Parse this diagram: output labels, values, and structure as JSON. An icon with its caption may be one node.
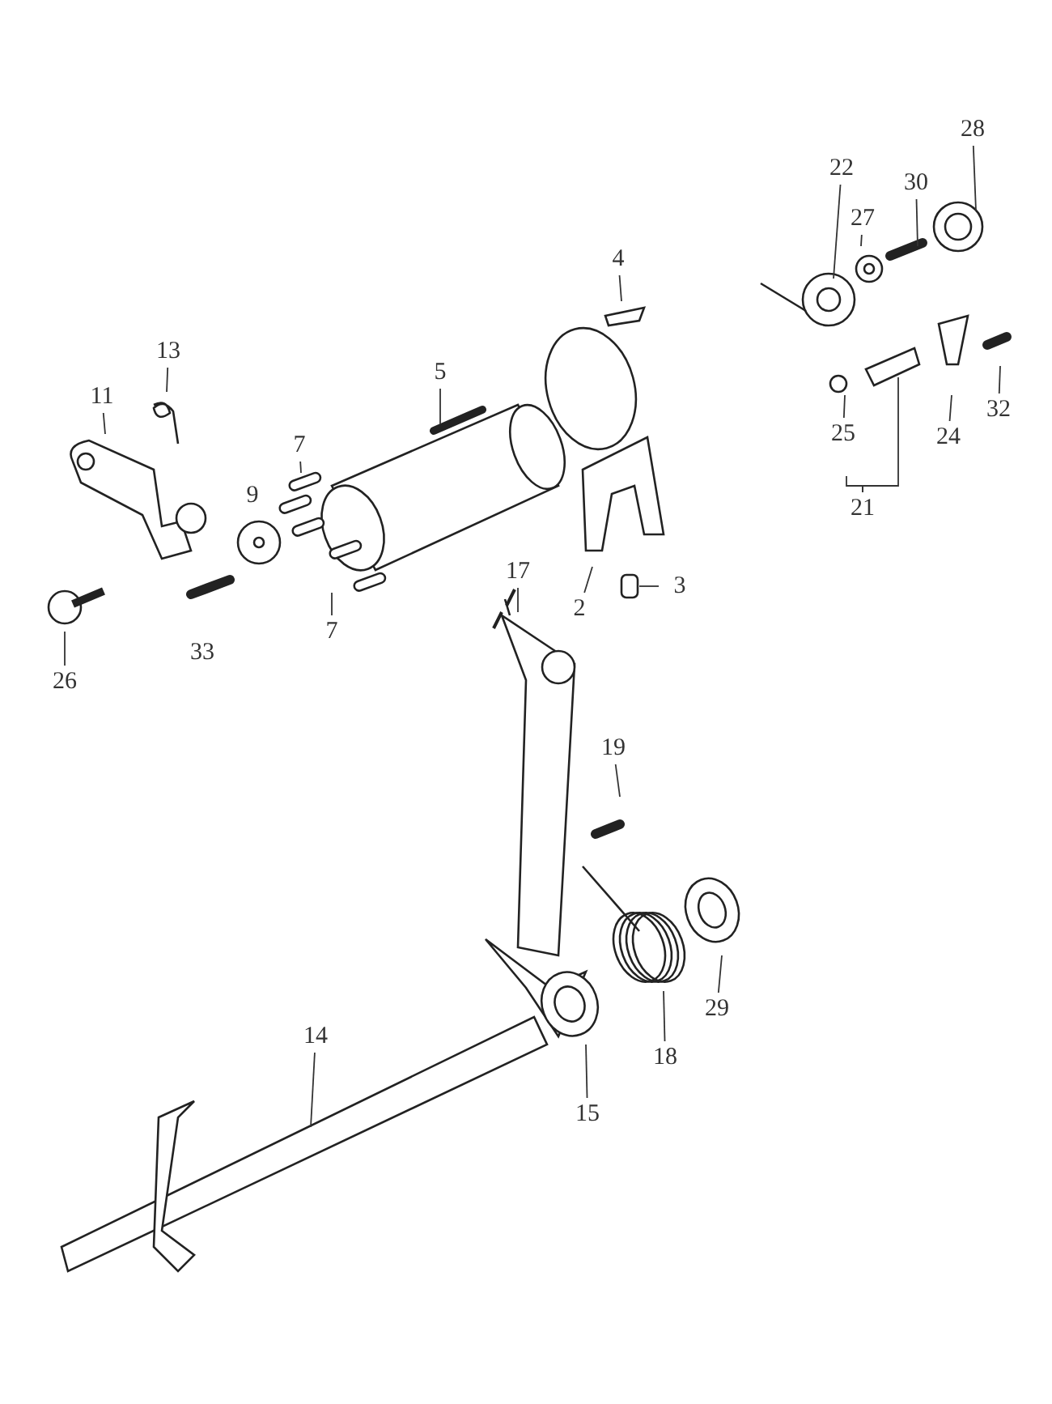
{
  "diagram": {
    "nodes": [
      {
        "text": [
          "22"
        ]
      },
      {
        "text": [
          "30"
        ]
      },
      {
        "text": [
          "27"
        ]
      },
      {
        "text": [
          "28"
        ]
      },
      {
        "text": [
          "4"
        ]
      },
      {
        "text": [
          "13"
        ]
      },
      {
        "text": [
          "11"
        ]
      },
      {
        "text": [
          "5"
        ]
      },
      {
        "text": [
          "7"
        ]
      },
      {
        "text": [
          "9"
        ]
      },
      {
        "text": [
          "7"
        ]
      },
      {
        "text": [
          "26"
        ]
      },
      {
        "text": [
          "33"
        ]
      },
      {
        "text": [
          "17"
        ]
      },
      {
        "text": [
          "2"
        ]
      },
      {
        "text": [
          "3"
        ]
      },
      {
        "text": [
          "25"
        ]
      },
      {
        "text": [
          "24"
        ]
      },
      {
        "text": [
          "32"
        ]
      },
      {
        "text": [
          "21"
        ]
      },
      {
        "text": [
          "19"
        ]
      },
      {
        "text": [
          "14"
        ]
      },
      {
        "text": [
          "18"
        ]
      },
      {
        "text": [
          "29"
        ]
      },
      {
        "text": [
          "15"
        ]
      }
    ],
    "edges": [
      {
        "from": 0,
        "to": null,
        "arrow": "none"
      },
      {
        "from": 1,
        "to": null,
        "arrow": "none"
      },
      {
        "from": 2,
        "to": null,
        "arrow": "none"
      },
      {
        "from": 3,
        "to": null,
        "arrow": "none"
      },
      {
        "from": 4,
        "to": null,
        "arrow": "none"
      },
      {
        "from": 5,
        "to": null,
        "arrow": "none"
      },
      {
        "from": 6,
        "to": null,
        "arrow": "none"
      },
      {
        "from": 7,
        "to": null,
        "arrow": "none"
      },
      {
        "from": 8,
        "to": null,
        "arrow": "none"
      },
      {
        "from": 10,
        "to": null,
        "arrow": "none"
      },
      {
        "from": 11,
        "to": null,
        "arrow": "none"
      },
      {
        "from": 13,
        "to": null,
        "arrow": "none"
      },
      {
        "from": 14,
        "to": null,
        "arrow": "none"
      },
      {
        "from": 15,
        "to": null,
        "arrow": "none"
      },
      {
        "from": 16,
        "to": null,
        "arrow": "none"
      },
      {
        "from": 17,
        "to": null,
        "arrow": "none"
      },
      {
        "from": 18,
        "to": null,
        "arrow": "none"
      },
      {
        "from": 19,
        "to": null,
        "arrow": "none"
      },
      {
        "from": 19,
        "to": null,
        "arrow": "none"
      },
      {
        "from": 20,
        "to": null,
        "arrow": "none"
      },
      {
        "from": 21,
        "to": null,
        "arrow": "none"
      },
      {
        "from": 22,
        "to": null,
        "arrow": "none"
      },
      {
        "from": 23,
        "to": null,
        "arrow": "none"
      },
      {
        "from": 24,
        "to": null,
        "arrow": "none"
      }
    ]
  }
}
